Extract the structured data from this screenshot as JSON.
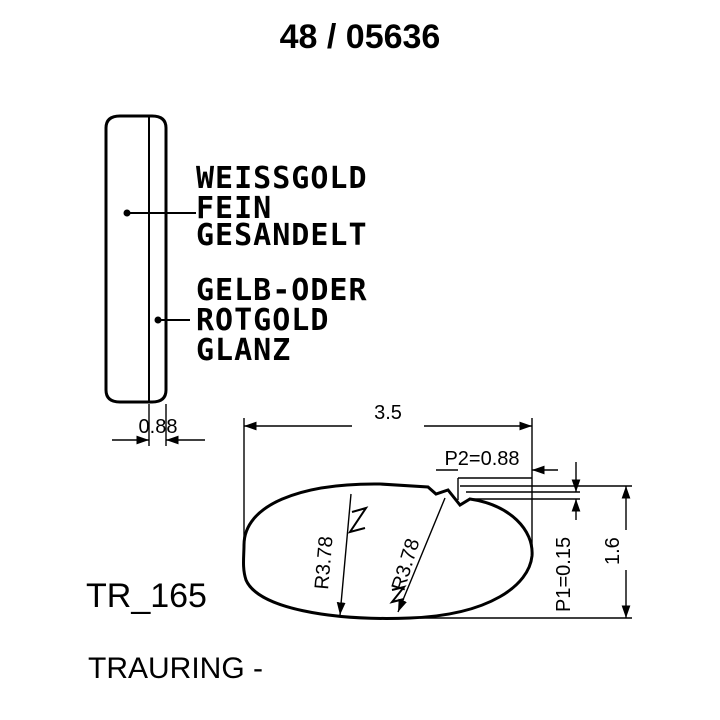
{
  "drawing_number": "48 / 05636",
  "legend_white": [
    "WEISSGOLD",
    "FEIN",
    "GESANDELT"
  ],
  "legend_yellow": [
    "GELB-ODER",
    "ROTGOLD",
    "GLANZ"
  ],
  "dimensions": {
    "width_side": "0.88",
    "width_profile": "3.5",
    "p2": "P2=0.88",
    "height": "1.6",
    "p1": "P1=0.15",
    "radius_left": "R3.78",
    "radius_right": "R3.78"
  },
  "profile_code": "TR_165",
  "product_name": "TRAURING -"
}
